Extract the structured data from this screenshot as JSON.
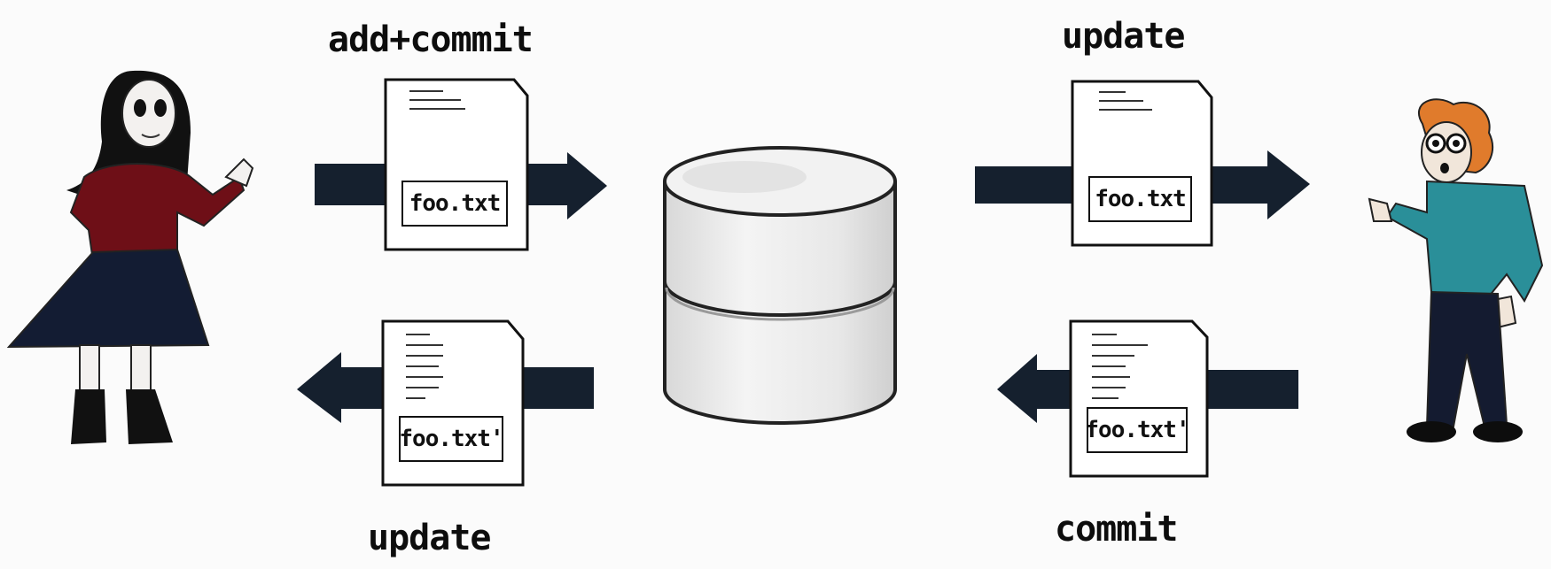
{
  "labels": {
    "top_left": "add+commit",
    "top_right": "update",
    "bottom_left": "update",
    "bottom_right": "commit"
  },
  "documents": {
    "top_left": "foo.txt",
    "top_right": "foo.txt",
    "bottom_left": "foo.txt'",
    "bottom_right": "foo.txt'"
  },
  "colors": {
    "arrow": "#15202e",
    "woman_top": "#6e0f17",
    "woman_skirt": "#131c33",
    "man_shirt": "#2a8f99",
    "man_hair": "#e07b2c",
    "man_pants": "#141b30"
  },
  "icons": [
    "woman-figure",
    "man-figure",
    "database-icon",
    "document-icon",
    "arrow-right-icon",
    "arrow-left-icon"
  ]
}
